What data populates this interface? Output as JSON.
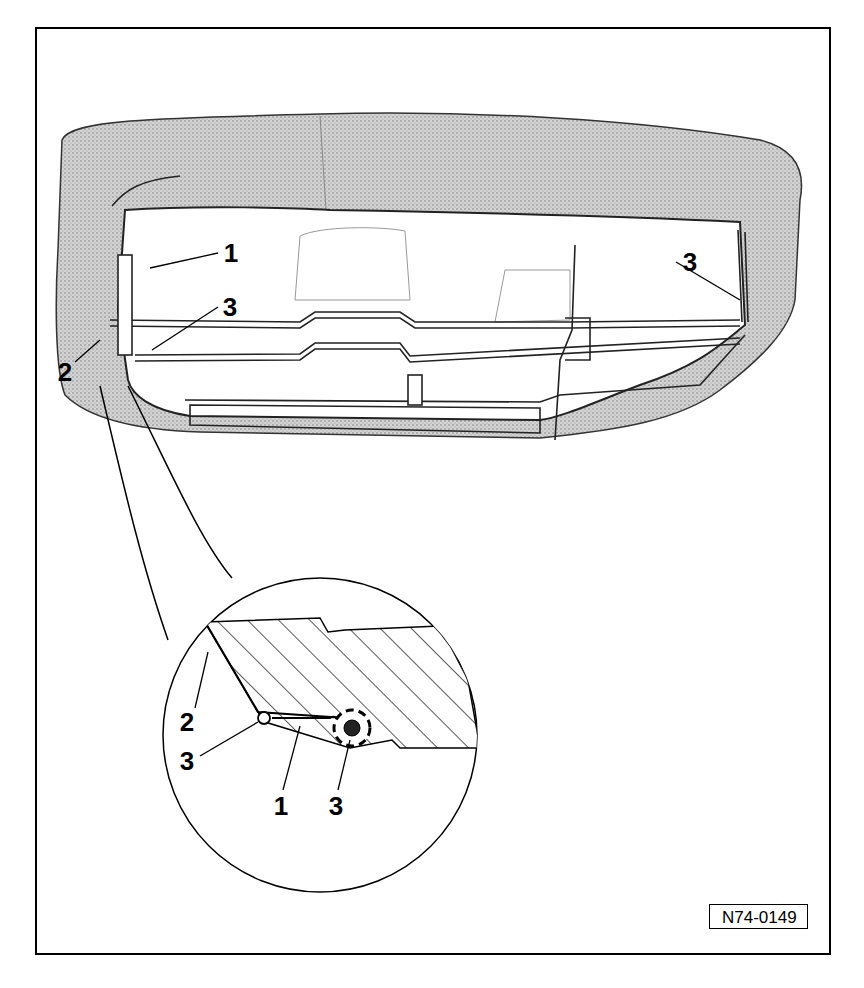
{
  "diagram": {
    "nodes": [
      {
        "text": [
          "N74-0149"
        ]
      }
    ],
    "labels": [
      "1",
      "3",
      "3",
      "2",
      "2",
      "3",
      "1",
      "3"
    ]
  }
}
